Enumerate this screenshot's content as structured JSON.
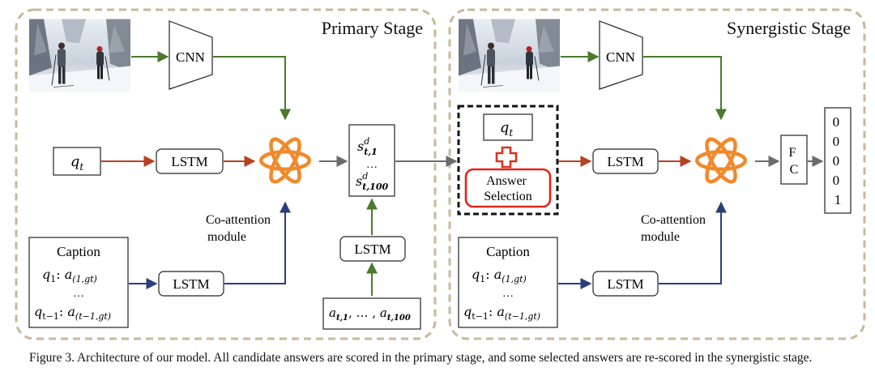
{
  "stages": {
    "primary_title": "Primary Stage",
    "synergistic_title": "Synergistic Stage"
  },
  "primary": {
    "cnn": "CNN",
    "lstm_question": "LSTM",
    "lstm_caption": "LSTM",
    "lstm_answers": "LSTM",
    "question": {
      "base": "q",
      "sub": "t"
    },
    "coattention": [
      "Co-attention",
      "module"
    ],
    "caption_box": {
      "title": "Caption",
      "line1": {
        "q": "q",
        "qsub": "1",
        "a": "a",
        "asub": "(1,gt)"
      },
      "ellipsis": "…",
      "line2": {
        "q": "q",
        "qsub": "t−1",
        "a": "a",
        "asub": "(t−1,gt)"
      }
    },
    "scores": {
      "top": {
        "base": "s",
        "sup": "d",
        "sub": "t,1"
      },
      "ellipsis": "…",
      "bottom": {
        "base": "s",
        "sup": "d",
        "sub": "t,100"
      }
    },
    "answers": {
      "base": "a",
      "sub1": "t,1",
      "mid": ", … , ",
      "sub2": "t,100"
    }
  },
  "synergistic": {
    "cnn": "CNN",
    "lstm_question": "LSTM",
    "lstm_caption": "LSTM",
    "question": {
      "base": "q",
      "sub": "t"
    },
    "answer_selection": [
      "Answer",
      "Selection"
    ],
    "coattention": [
      "Co-attention",
      "module"
    ],
    "fc": [
      "F",
      "C"
    ],
    "output": [
      "0",
      "0",
      "0",
      "0",
      "1"
    ],
    "caption_box": {
      "title": "Caption",
      "line1": {
        "q": "q",
        "qsub": "1",
        "a": "a",
        "asub": "(1,gt)"
      },
      "ellipsis": "…",
      "line2": {
        "q": "q",
        "qsub": "t−1",
        "a": "a",
        "asub": "(t−1,gt)"
      }
    }
  },
  "figure_caption": "Figure 3. Architecture of our model. All candidate answers are scored in the primary stage, and some selected answers are re-scored in the synergistic stage.",
  "colors": {
    "stage_border": "#c8b99a",
    "green_arrow": "#4a7a2c",
    "red_arrow": "#b8411f",
    "blue_arrow": "#2a3f7a",
    "gray_arrow": "#6b6b6b",
    "atom": "#f08a2c",
    "plus": "#d7331f",
    "answer_selection_border": "#e0261c"
  },
  "icons": [
    "skier-photo",
    "atom-icon",
    "plus-icon"
  ]
}
